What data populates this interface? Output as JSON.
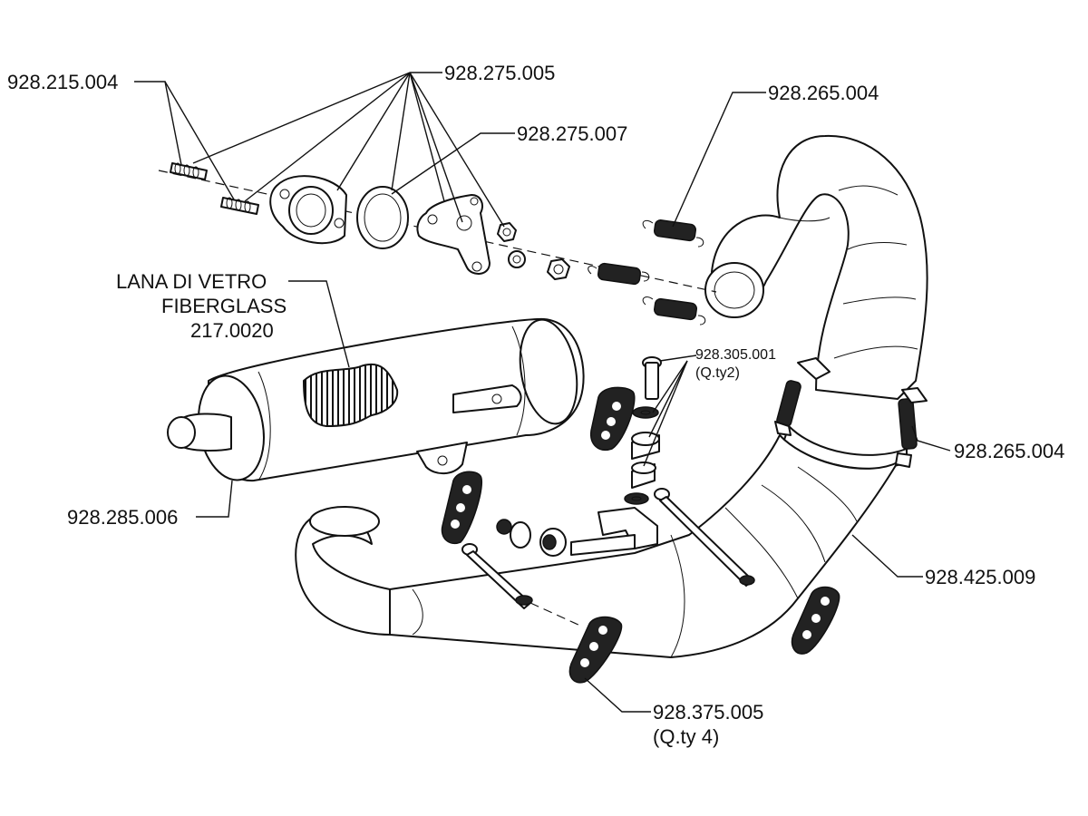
{
  "labels": {
    "flange_stud": "928.215.004",
    "gasket_nut_set": "928.275.005",
    "flange_gasket": "928.275.007",
    "spring_top": "928.265.004",
    "fiberglass_it": "LANA DI VETRO",
    "fiberglass_en": "FIBERGLASS",
    "fiberglass_code": "217.0020",
    "silencer": "928.285.006",
    "bolt_code": "928.305.001",
    "bolt_qty": "(Q.ty2)",
    "spring_side": "928.265.004",
    "exhaust_body": "928.425.009",
    "rubber_mount_code": "928.375.005",
    "rubber_mount_qty": "(Q.ty 4)"
  }
}
